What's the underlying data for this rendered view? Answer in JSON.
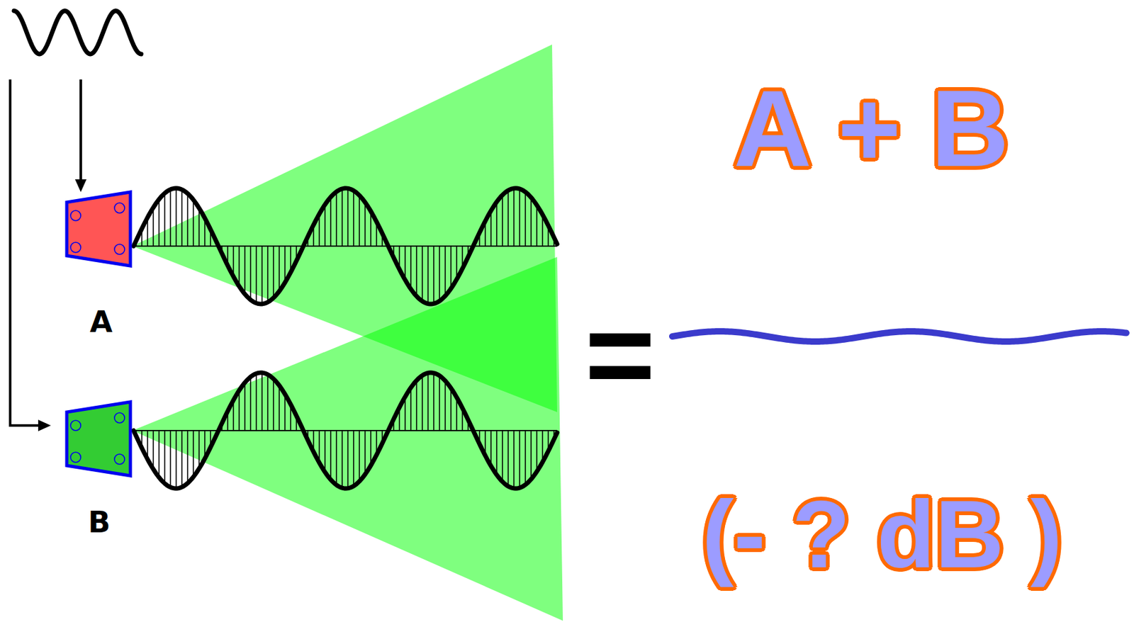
{
  "diagram": {
    "nodes": [
      {
        "text": [
          "A"
        ]
      },
      {
        "text": [
          "B"
        ]
      }
    ],
    "labels": [
      "A + B",
      "=",
      "(- ? dB )"
    ]
  }
}
